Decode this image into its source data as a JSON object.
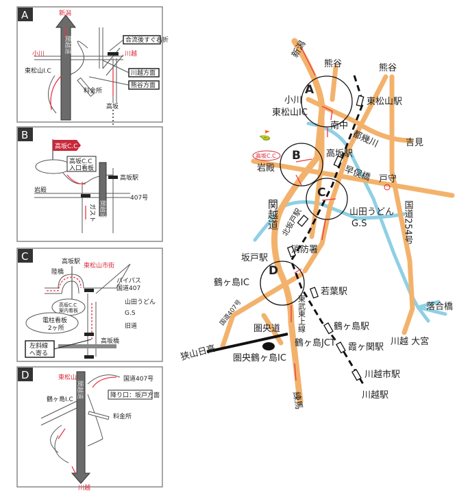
{
  "panels": {
    "A": {
      "label": "A",
      "niigata": "新潟",
      "ogawa": "小川",
      "kawagoe": "川越",
      "higashimatsuyama_ic": "東松山I.C",
      "kanetsu": "関越道",
      "tollgate": "料金所",
      "takasaka": "高坂",
      "callout1": "合流後すぐ右折",
      "callout2": "川越方面",
      "callout3": "熊谷方面"
    },
    "B": {
      "label": "B",
      "flag": "高坂C.C.",
      "sign": [
        "高坂C.C",
        "入口看板"
      ],
      "takasaka_st": "高坂駅",
      "iwadono": "岩殿",
      "route407": "407号",
      "gusto": "ガスト",
      "kanetsu": "関越道"
    },
    "C": {
      "label": "C",
      "takasaka_st": "高坂駅",
      "city": "東松山市街",
      "rikkyo": "陸橋",
      "bypass": [
        "バイパス",
        "国道407"
      ],
      "yamada": "山田うどん",
      "gs": "G.S",
      "old_road": "旧道",
      "guide": [
        "高坂C.C",
        "案内看板"
      ],
      "pole": [
        "電柱看板",
        "2ヶ所"
      ],
      "bridge": "高坂橋",
      "callout": [
        "左斜線",
        "へ寄る"
      ]
    },
    "D": {
      "label": "D",
      "higashimatsuyama": "東松山",
      "route407": "国道407号",
      "ic": "鶴ヶ島I.C",
      "kanetsu": "関越道",
      "exit": "降り口：坂戸方面",
      "tollgate": "料金所",
      "kawagoe": "川越"
    }
  },
  "main_map": {
    "circles": [
      "A",
      "B",
      "C",
      "D"
    ],
    "labels": {
      "niigata": "新潟",
      "kumagaya1": "熊谷",
      "kumagaya2": "熊谷",
      "higashimatsuyama_st": "東松山駅",
      "ogawa": "小川",
      "higashimatsuyama_ic": "東松山IC",
      "minaminaka": "南中",
      "tokigawa": "都幾川",
      "yoshimi": "吉見",
      "takasaka_st": "高坂駅",
      "takasaka_cc": "高坂C.C",
      "iwadono": "岩殿",
      "hayamatabashi": "早俣橋",
      "tomori": "戸守",
      "route254": "国道254号",
      "yamada": "山田うどん",
      "gs": "G.S",
      "kitasakado_st": "北坂戸駅",
      "kanetsu": "関越道",
      "fire": "消防署",
      "sakado_st": "坂戸駅",
      "tsurugashima_ic": "鶴ヶ島IC",
      "wakaba_st": "若葉駅",
      "tobu": "東武東上線",
      "route407": "国道407号",
      "ken_o": "圏央道",
      "tsurugashima_st": "鶴ヶ島駅",
      "jct": "鶴ヶ島JCT",
      "kasumigaseki_st": "霞ヶ関駅",
      "sayama": "狭山日高",
      "ken_o_ic": "圏央鶴ヶ島IC",
      "kawagoeshi_st": "川越市駅",
      "nerima": "練馬",
      "kawagoe_st": "川越駅",
      "ochiai": "落合橋",
      "kawagoe_omiya": "川越 大宮"
    }
  }
}
